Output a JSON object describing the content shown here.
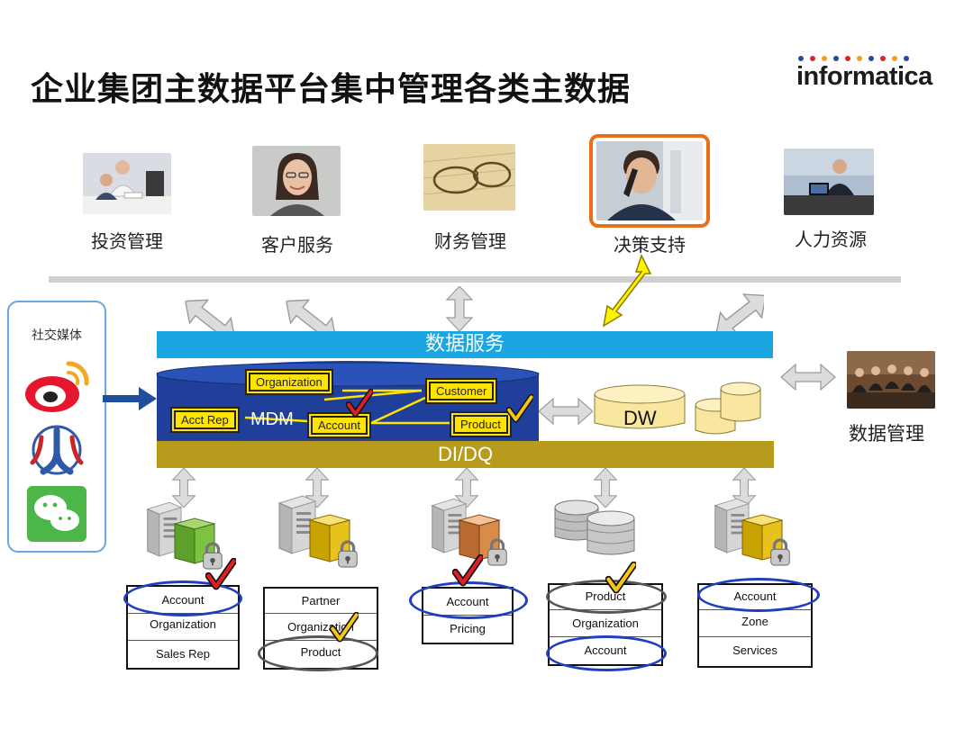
{
  "title": "企业集团主数据平台集中管理各类主数据",
  "logo": {
    "text": "informatica",
    "dot_colors": [
      "#2a4a9c",
      "#d8262a",
      "#f0a21c",
      "#2a4a9c",
      "#d8262a",
      "#f0a21c",
      "#2a4a9c",
      "#d8262a",
      "#f0a21c",
      "#2a4a9c"
    ]
  },
  "departments": [
    {
      "label": "投资管理",
      "highlighted": false
    },
    {
      "label": "客户服务",
      "highlighted": false
    },
    {
      "label": "财务管理",
      "highlighted": false
    },
    {
      "label": "决策支持",
      "highlighted": true
    },
    {
      "label": "人力资源",
      "highlighted": false
    }
  ],
  "social": {
    "title": "社交媒体",
    "icons": [
      "weibo-icon",
      "renren-icon",
      "wechat-icon"
    ]
  },
  "data_services": "数据服务",
  "mdm": {
    "label": "MDM",
    "entities": [
      "Organization",
      "Customer",
      "Acct Rep",
      "Account",
      "Product"
    ]
  },
  "dw_label": "DW",
  "didq": "DI/DQ",
  "data_management": "数据管理",
  "sources": [
    {
      "rows": [
        "Account",
        "Organization",
        "Sales Rep"
      ],
      "check": "red",
      "box_color": "#7dc243"
    },
    {
      "rows": [
        "Partner",
        "Organization",
        "Product"
      ],
      "check": "yellow",
      "box_color": "#e8c21c"
    },
    {
      "rows": [
        "Account",
        "Pricing"
      ],
      "check": "red",
      "box_color": "#d98b4a"
    },
    {
      "rows": [
        "Product",
        "Organization",
        "Account"
      ],
      "check": "yellow",
      "box_color": "#b0b0b0"
    },
    {
      "rows": [
        "Account",
        "Zone",
        "Services"
      ],
      "check": "none",
      "box_color": "#e8c21c"
    }
  ],
  "colors": {
    "accent_orange": "#e8701a",
    "services_blue": "#1aa6e0",
    "didq_gold": "#b79b1c",
    "mdm_navy": "#1f3f9a",
    "entity_yellow": "#ffe400",
    "ring_blue": "#1f3fbf",
    "ring_gray": "#555555"
  }
}
